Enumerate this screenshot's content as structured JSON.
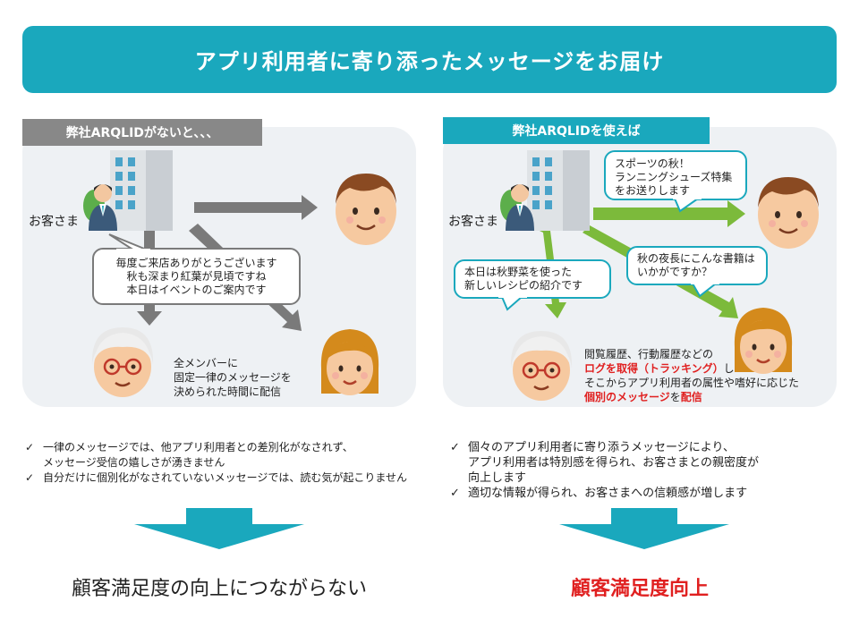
{
  "banner": {
    "title": "アプリ利用者に寄り添ったメッセージをお届け"
  },
  "left": {
    "tag": "弊社ARQLIDがないと、、、",
    "customer_label": "お客さま",
    "bubble": [
      "毎度ご来店ありがとうございます",
      "秋も深まり紅葉が見頃ですね",
      "本日はイベントのご案内です"
    ],
    "note": [
      "全メンバーに",
      "固定一律のメッセージを",
      "決められた時間に配信"
    ],
    "checks": [
      {
        "line1": "一律のメッセージでは、他アプリ利用者との差別化がなされず、",
        "line2": "メッセージ受信の嬉しさが湧きません"
      },
      {
        "line1": "自分だけに個別化がなされていないメッセージでは、読む気が起こりません",
        "line2": ""
      }
    ],
    "check_mark": "✓",
    "result": "顧客満足度の向上につながらない"
  },
  "right": {
    "tag": "弊社ARQLIDを使えば",
    "customer_label": "お客さま",
    "bubble_top": [
      "スポーツの秋！",
      "ランニングシューズ特集",
      "をお送りします"
    ],
    "bubble_mid": [
      "秋の夜長にこんな書籍は",
      "いかがですか？"
    ],
    "bubble_left": [
      "本日は秋野菜を使った",
      "新しいレシピの紹介です"
    ],
    "note": {
      "l1": "閲覧履歴、行動履歴などの",
      "l2_red": "ログを取得（トラッキング）",
      "l2_tail": "し",
      "l3": "そこからアプリ利用者の属性や嗜好に応じた",
      "l4_red": "個別のメッセージ",
      "l4_mid": "を",
      "l4_red2": "配信"
    },
    "checks": [
      {
        "line1": "個々のアプリ利用者に寄り添うメッセージにより、",
        "line2": "アプリ利用者は特別感を得られ、お客さまとの親密度が",
        "line3": "向上します"
      },
      {
        "line1": "適切な情報が得られ、お客さまへの信頼感が増します",
        "line2": "",
        "line3": ""
      }
    ],
    "check_mark": "✓",
    "result": "顧客満足度向上"
  },
  "colors": {
    "accent": "#1aa8bd",
    "gray_arrow": "#7a7a7a",
    "green_arrow": "#7cba3b",
    "red": "#e02020",
    "panel": "#eef1f4"
  }
}
